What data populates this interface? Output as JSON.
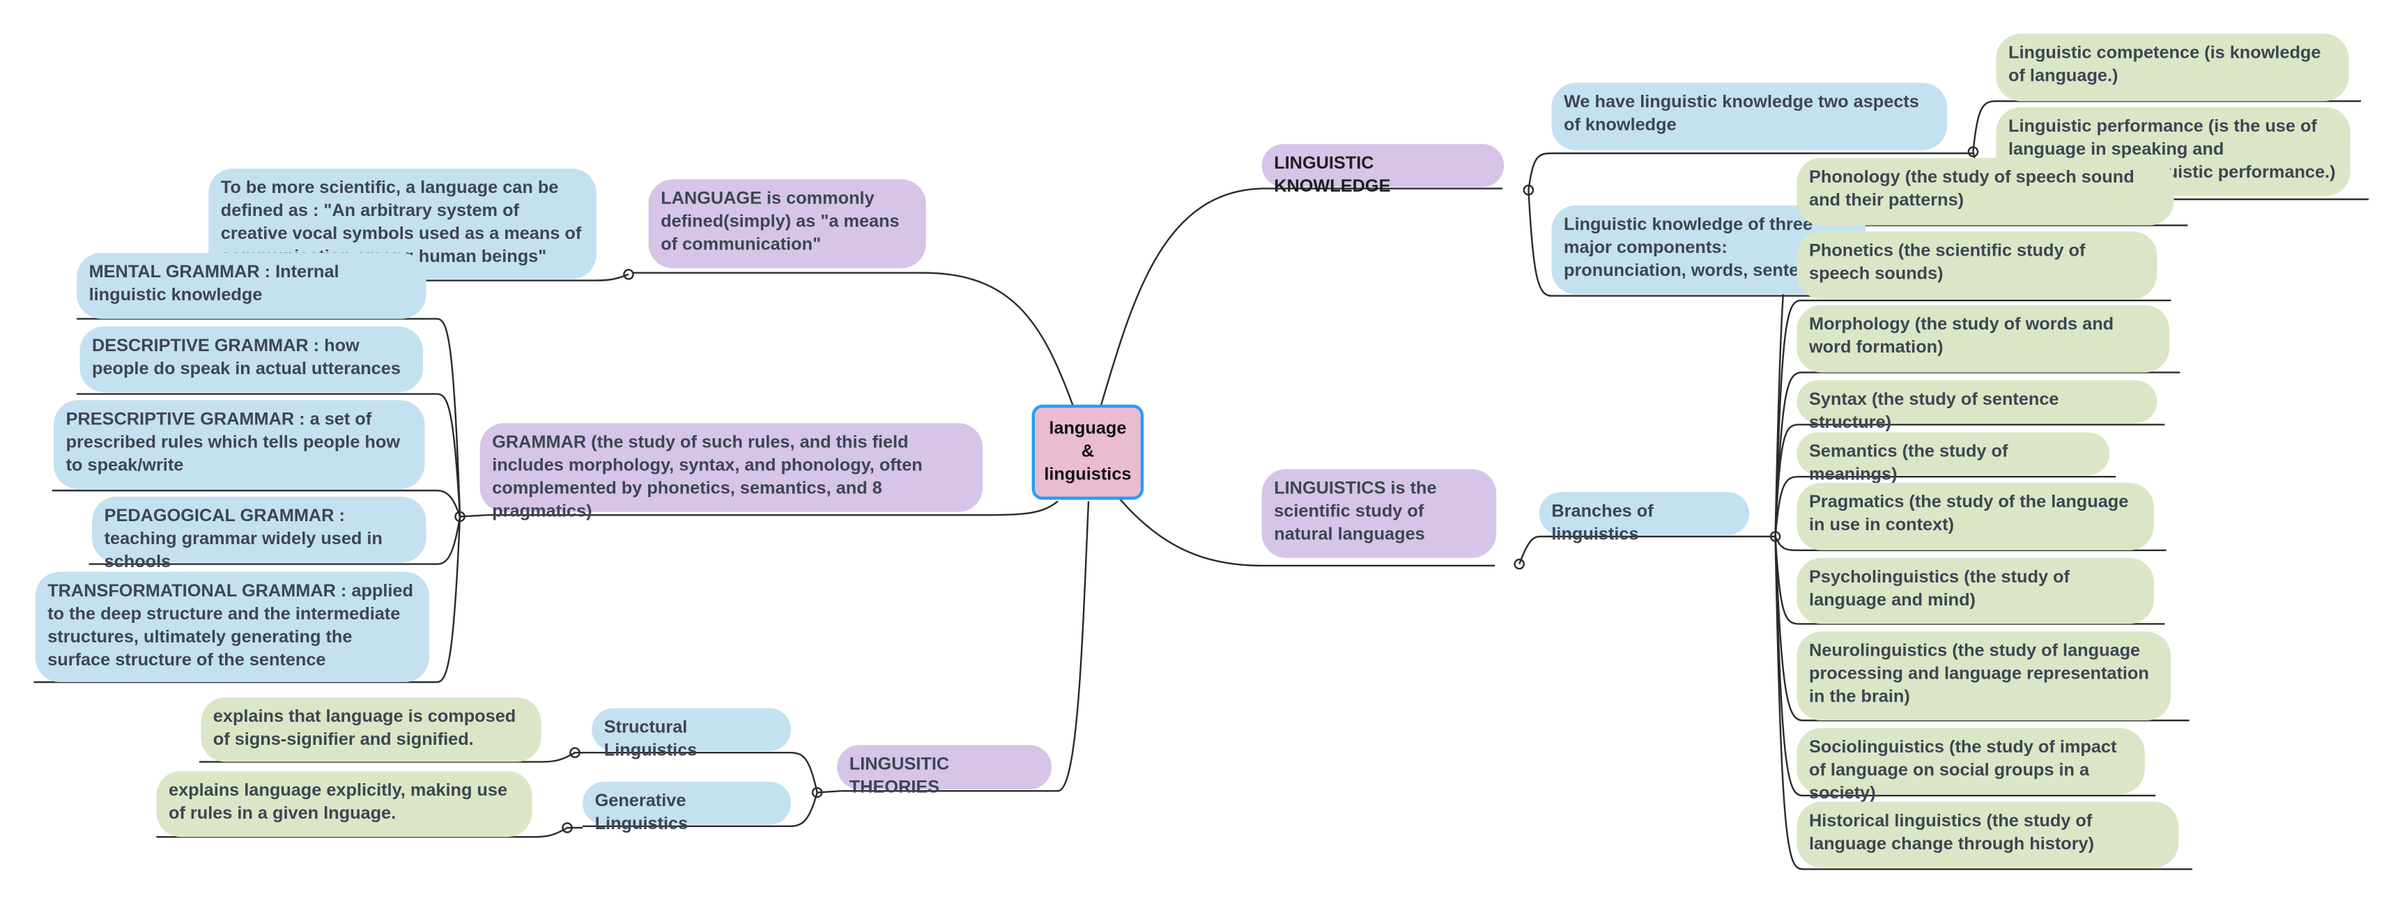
{
  "root": "language\n&\nlinguistics",
  "topics": {
    "linguistic_knowledge": "LINGUISTIC KNOWLEDGE",
    "linguistics": "LINGUISTICS is the scientific study of natural languages",
    "language": "LANGUAGE is commonly defined(simply) as \"a means of communication\"",
    "grammar": "GRAMMAR (the study of such rules, and this field includes morphology, syntax, and phonology, often complemented by phonetics, semantics, and 8 pragmatics)",
    "theories": "LINGUSITIC THEORIES"
  },
  "linguistic_knowledge": {
    "two_aspects": "We have linguistic knowledge two aspects of knowledge",
    "competence": "Linguistic competence (is knowledge of language.)",
    "performance": "Linguistic performance (is the use of language in speaking and understanding linguistic performance.)",
    "three_components": "Linguistic knowledge of three major components: pronunciation, words, sentences"
  },
  "linguistics": {
    "branches_label": "Branches of linguistics",
    "branches": [
      "Phonology (the study of speech sound and their patterns)",
      "Phonetics (the scientific study of speech sounds)",
      "Morphology (the study of words and word formation)",
      "Syntax (the study of sentence structure)",
      "Semantics (the study of meanings)",
      "Pragmatics (the study of the language in use in context)",
      "Psycholinguistics (the study of language and mind)",
      "Neurolinguistics (the study of language processing and language representation in the brain)",
      "Sociolinguistics (the study of impact of language on social groups in a society)",
      "Historical linguistics (the study of language change through history)"
    ]
  },
  "language": {
    "scientific_definition": "To be more scientific, a language can be defined as : \"An arbitrary system of creative vocal symbols used as a means of communication among human beings\""
  },
  "grammar": {
    "types": [
      "MENTAL GRAMMAR : Internal linguistic knowledge",
      "DESCRIPTIVE GRAMMAR : how people do speak in actual utterances",
      "PRESCRIPTIVE GRAMMAR : a set of prescribed rules which tells people how to speak/write",
      "PEDAGOGICAL GRAMMAR : teaching grammar widely used in schools",
      "TRANSFORMATIONAL GRAMMAR : applied to the deep structure and the intermediate structures, ultimately generating the surface structure of the sentence"
    ]
  },
  "theories": {
    "structural": "Structural Linguistics",
    "structural_note": "explains that language is composed of signs-signifier and signified.",
    "generative": "Generative Linguistics",
    "generative_note": "explains language explicitly, making use of rules in a given lnguage."
  },
  "colors": {
    "topic": "#d6c5e8",
    "subtopic": "#c4e1f1",
    "leaf": "#dbe6c6",
    "root_fill": "#e9bcd1",
    "root_border": "#2a9df0",
    "line": "#2b2b2b"
  }
}
